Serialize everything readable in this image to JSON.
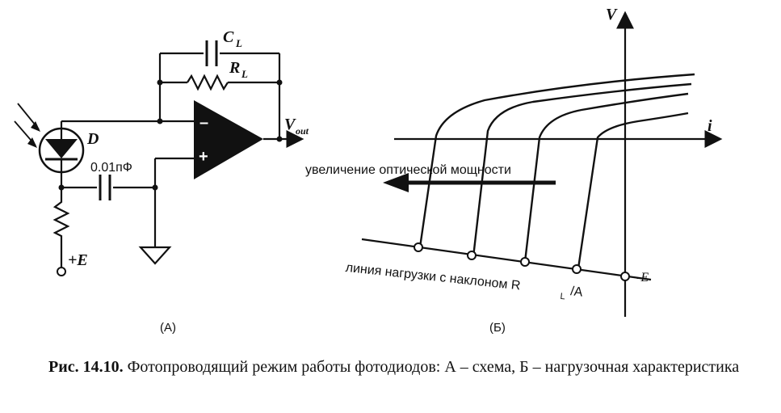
{
  "circuit": {
    "diode_label": "D",
    "cap_label_main": "C",
    "cap_label_sub": "L",
    "res_label_main": "R",
    "res_label_sub": "L",
    "vout_main": "V",
    "vout_sub": "out",
    "cap_value": "0.01пФ",
    "supply_label": "+E",
    "panel_label": "(А)"
  },
  "graph": {
    "v_axis_label": "V",
    "i_axis_label": "i",
    "arrow_text": "увеличение оптической мощности",
    "load_line_text": "линия нагрузки с наклоном R",
    "load_line_sub": "L",
    "load_line_tail": "/A",
    "neg_e_label": "-E",
    "panel_label": "(Б)"
  },
  "caption": {
    "number": "Рис. 14.10.",
    "text": "Фотопроводящий режим работы фотодиодов: А – схема, Б – нагрузочная характеристика"
  }
}
